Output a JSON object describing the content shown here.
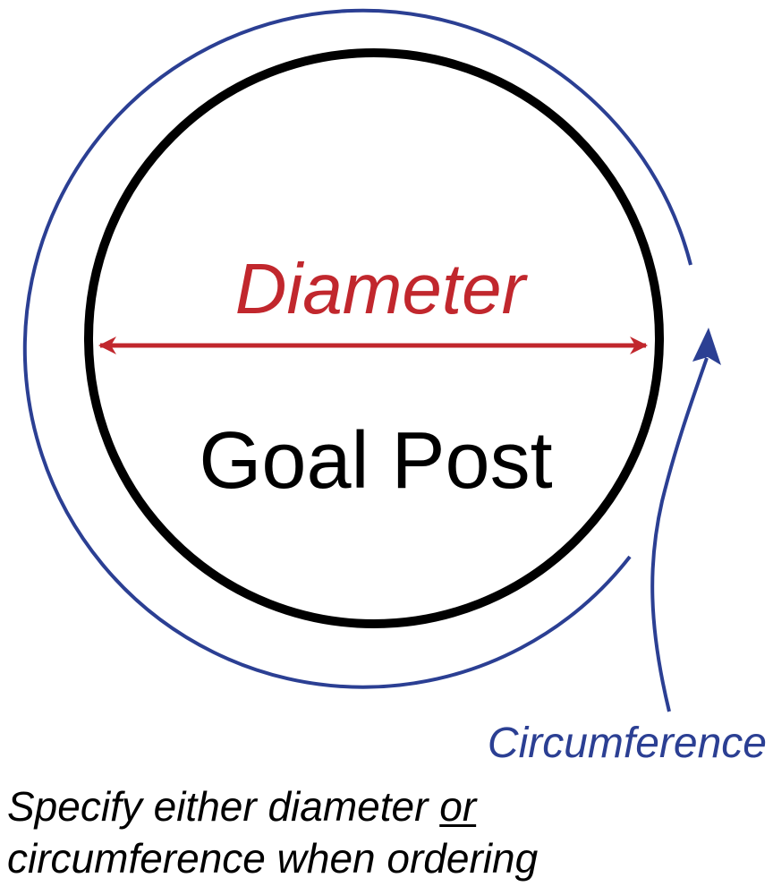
{
  "colors": {
    "diameter": "#C1272D",
    "circumference": "#2B3F93",
    "post_outline": "#000000",
    "text": "#000000"
  },
  "labels": {
    "diameter": "Diameter",
    "object": "Goal Post",
    "circumference": "Circumference"
  },
  "note": {
    "line1_before": "Specify either diameter ",
    "emphasis": "or",
    "line2": "circumference when ordering"
  }
}
